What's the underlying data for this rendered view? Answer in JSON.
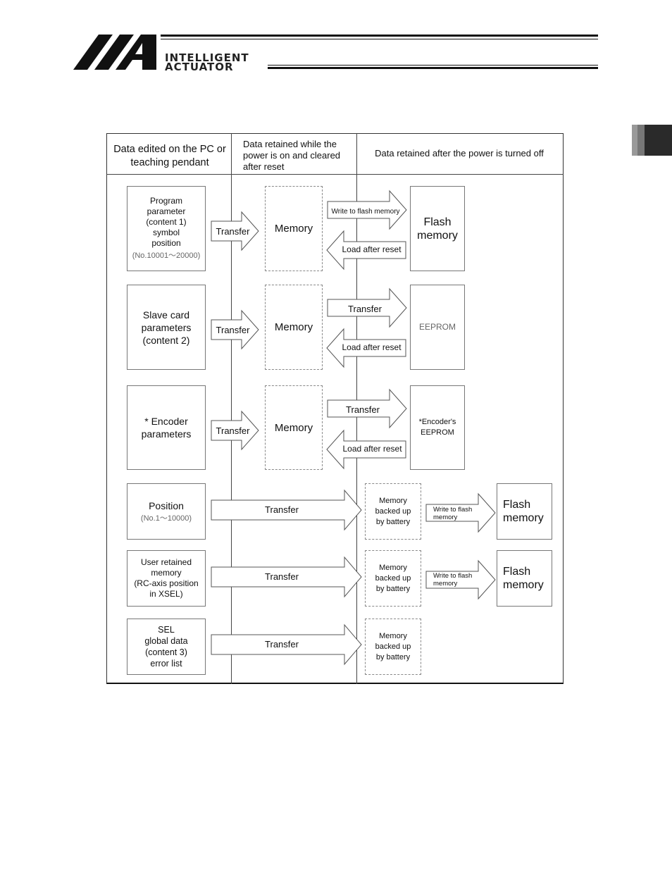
{
  "header": {
    "brand_line1": "INTELLIGENT",
    "brand_line2": "ACTUATOR"
  },
  "diagram": {
    "columns": {
      "col1": "Data edited on the PC or teaching pendant",
      "col2": "Data retained while the power is on and cleared after reset",
      "col3": "Data retained after the power is turned off"
    },
    "rows": [
      {
        "source_lines": [
          "Program",
          "parameter",
          "(content 1)",
          "symbol",
          "position"
        ],
        "source_note": "(No.10001〜20000)",
        "transfer": "Transfer",
        "memory": "Memory",
        "forward": "Write to flash memory",
        "back": "Load after reset",
        "target": "Flash memory"
      },
      {
        "source_lines": [
          "Slave card",
          "parameters",
          "(content 2)"
        ],
        "transfer": "Transfer",
        "memory": "Memory",
        "forward": "Transfer",
        "back": "Load after reset",
        "target": "EEPROM"
      },
      {
        "source_lines": [
          "* Encoder",
          "parameters"
        ],
        "transfer": "Transfer",
        "memory": "Memory",
        "forward": "Transfer",
        "back": "Load after reset",
        "target": "*Encoder's EEPROM"
      },
      {
        "source_lines": [
          "Position"
        ],
        "source_note": "(No.1〜10000)",
        "transfer": "Transfer",
        "memory": "Memory backed up by battery",
        "forward": "Write to flash memory",
        "target": "Flash memory"
      },
      {
        "source_lines": [
          "User retained",
          "memory",
          "(RC-axis position",
          "in XSEL)"
        ],
        "transfer": "Transfer",
        "memory": "Memory backed up by battery",
        "forward": "Write to flash memory",
        "target": "Flash memory"
      },
      {
        "source_lines": [
          "SEL",
          "global data",
          "(content 3)",
          "error list"
        ],
        "transfer": "Transfer",
        "memory": "Memory backed up by battery"
      }
    ]
  }
}
